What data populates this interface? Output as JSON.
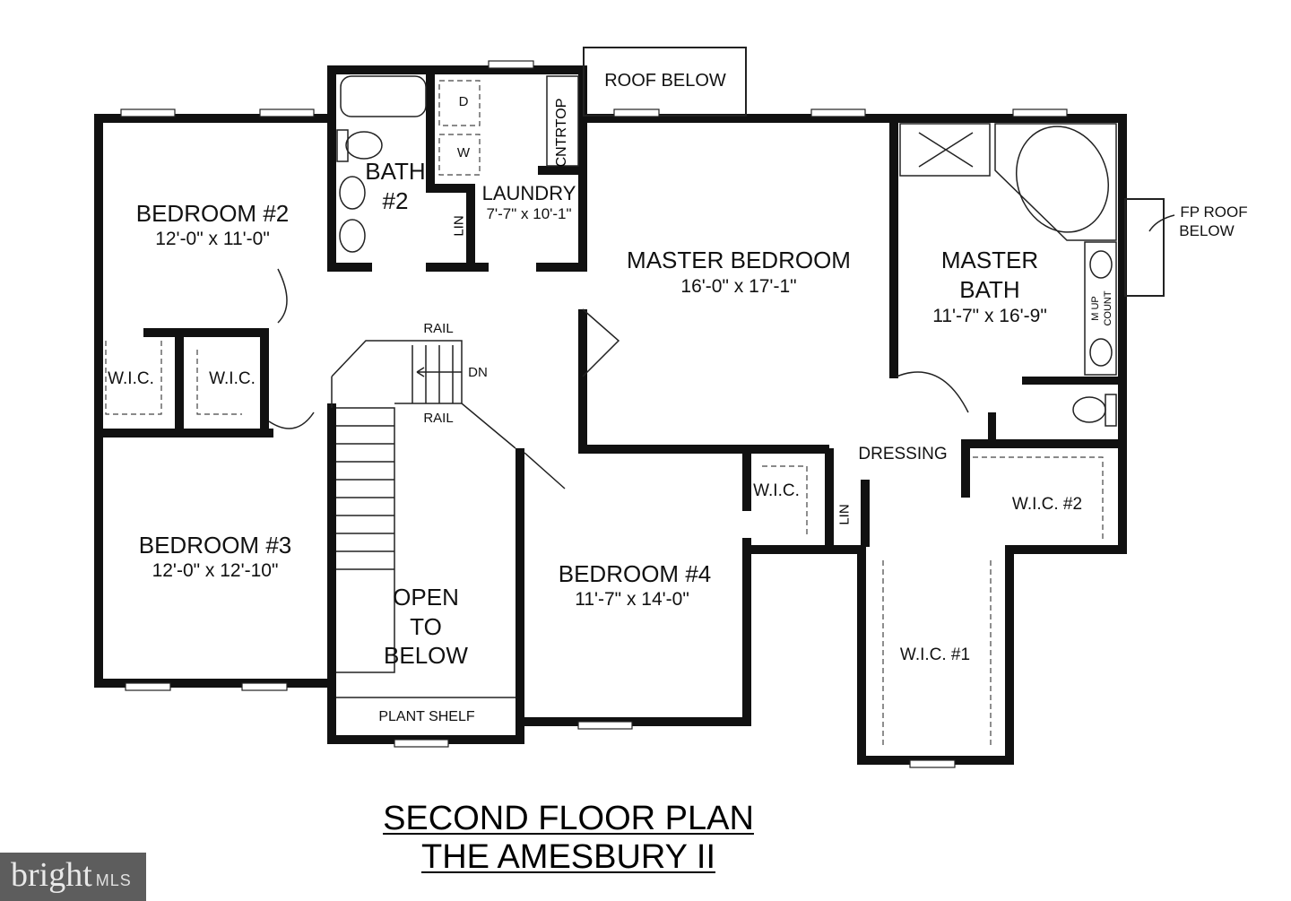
{
  "plan": {
    "title_line1": "SECOND FLOOR PLAN",
    "title_line2": "THE AMESBURY II"
  },
  "rooms": {
    "bedroom2": {
      "name": "BEDROOM #2",
      "dims": "12'-0\" x 11'-0\""
    },
    "bedroom3": {
      "name": "BEDROOM #3",
      "dims": "12'-0\" x 12'-10\""
    },
    "bedroom4": {
      "name": "BEDROOM #4",
      "dims": "11'-7\" x 14'-0\""
    },
    "master_bedroom": {
      "name": "MASTER BEDROOM",
      "dims": "16'-0\" x 17'-1\""
    },
    "master_bath": {
      "name_line1": "MASTER",
      "name_line2": "BATH",
      "dims": "11'-7\" x 16'-9\""
    },
    "bath2": {
      "name_line1": "BATH",
      "name_line2": "#2"
    },
    "laundry": {
      "name": "LAUNDRY",
      "dims": "7'-7\" x 10'-1\""
    },
    "open_below": {
      "line1": "OPEN",
      "line2": "TO",
      "line3": "BELOW"
    },
    "wic_left1": "W.I.C.",
    "wic_left2": "W.I.C.",
    "wic_bed4": "W.I.C.",
    "wic1": "W.I.C. #1",
    "wic2": "W.I.C. #2",
    "dressing": "DRESSING",
    "lin_upper": "LIN",
    "lin_lower": "LIN",
    "cntrtop": "CNTRTOP",
    "dryer": "D",
    "washer": "W",
    "plant_shelf": "PLANT SHELF",
    "roof_below": "ROOF BELOW",
    "fp_roof_line1": "FP ROOF",
    "fp_roof_line2": "BELOW",
    "makeup_line1": "M UP",
    "makeup_line2": "COUNT",
    "rail_top": "RAIL",
    "rail_bottom": "RAIL",
    "stair_dn": "DN"
  },
  "watermark": {
    "brand": "bright",
    "suffix": "MLS"
  }
}
